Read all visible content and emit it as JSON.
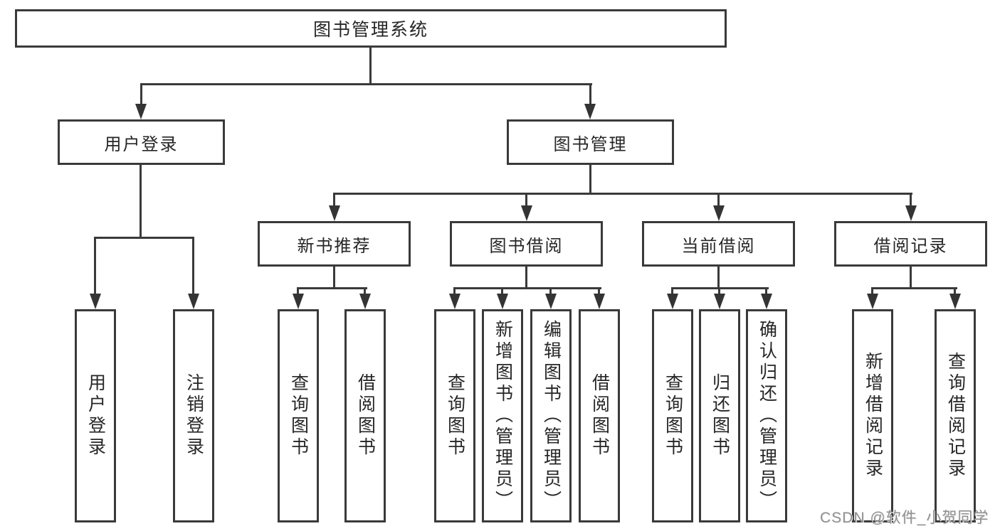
{
  "title": "图书管理系统",
  "watermark": "CSDN @软件_小贺同学",
  "colors": {
    "background": "#ffffff",
    "box_border": "#3a3a3a",
    "connector_line": "#3a3a3a",
    "arrowhead": "#343434",
    "text": "#262626",
    "watermark_text": "#8f8f8f"
  },
  "tree": {
    "root": {
      "label": "图书管理系统",
      "children": [
        {
          "label": "用户登录",
          "children": [
            {
              "label": "用户登录"
            },
            {
              "label": "注销登录"
            }
          ]
        },
        {
          "label": "图书管理",
          "children": [
            {
              "label": "新书推荐",
              "children": [
                {
                  "label": "查询图书"
                },
                {
                  "label": "借阅图书"
                }
              ]
            },
            {
              "label": "图书借阅",
              "children": [
                {
                  "label": "查询图书"
                },
                {
                  "label": "新增图书（管理员）"
                },
                {
                  "label": "编辑图书（管理员）"
                },
                {
                  "label": "借阅图书"
                }
              ]
            },
            {
              "label": "当前借阅",
              "children": [
                {
                  "label": "查询图书"
                },
                {
                  "label": "归还图书"
                },
                {
                  "label": "确认归还（管理员）"
                }
              ]
            },
            {
              "label": "借阅记录",
              "children": [
                {
                  "label": "新增借阅记录"
                },
                {
                  "label": "查询借阅记录"
                }
              ]
            }
          ]
        }
      ]
    }
  }
}
